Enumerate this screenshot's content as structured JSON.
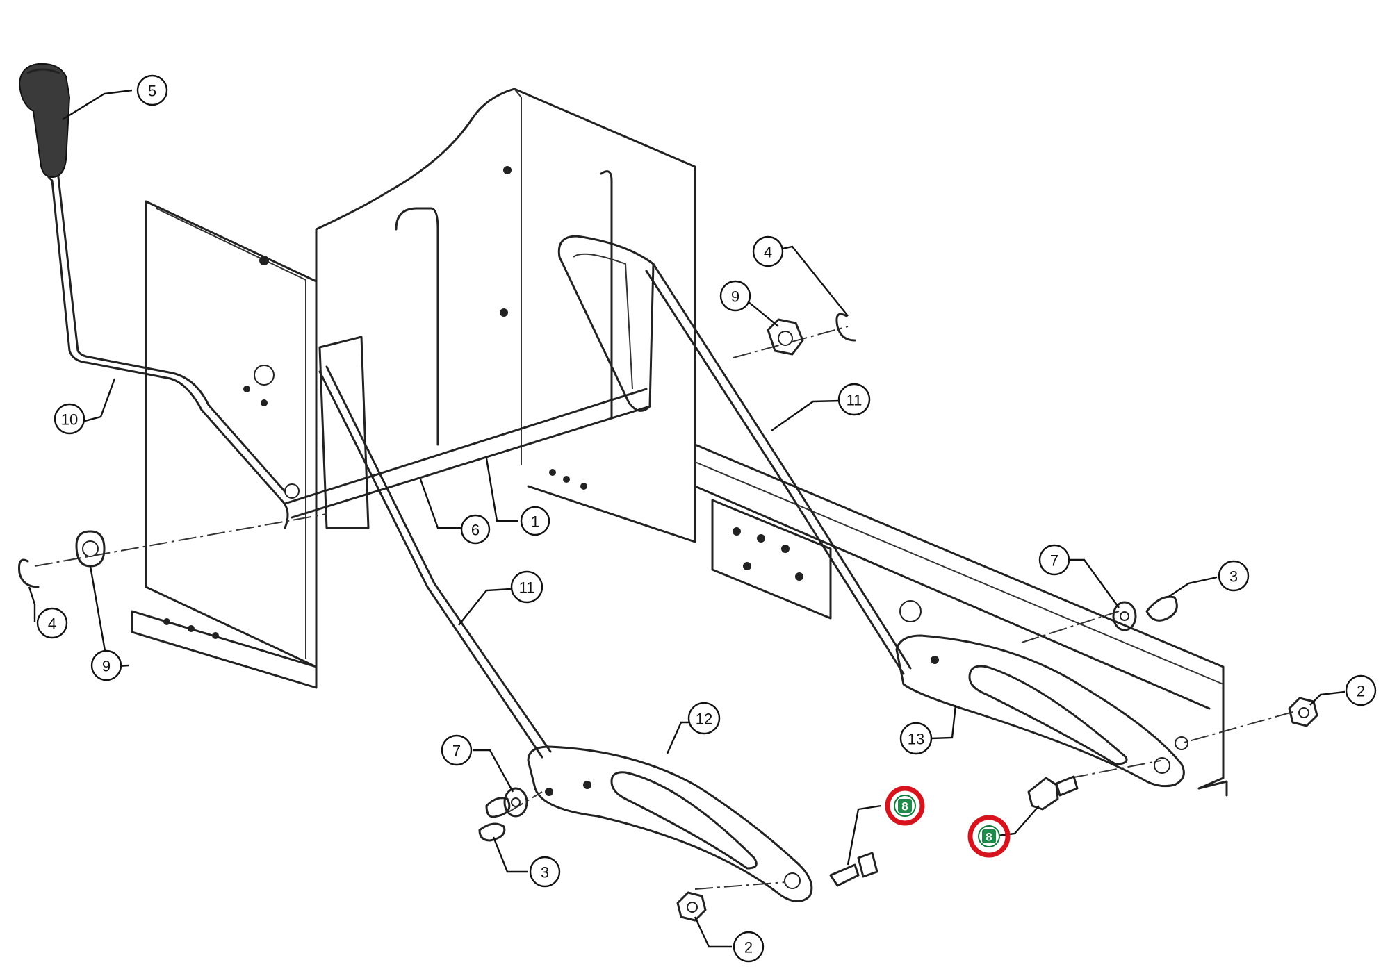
{
  "callouts": [
    {
      "id": "c1",
      "label": "1"
    },
    {
      "id": "c2a",
      "label": "2"
    },
    {
      "id": "c2b",
      "label": "2"
    },
    {
      "id": "c3a",
      "label": "3"
    },
    {
      "id": "c3b",
      "label": "3"
    },
    {
      "id": "c4a",
      "label": "4"
    },
    {
      "id": "c4b",
      "label": "4"
    },
    {
      "id": "c5",
      "label": "5"
    },
    {
      "id": "c6",
      "label": "6"
    },
    {
      "id": "c7a",
      "label": "7"
    },
    {
      "id": "c7b",
      "label": "7"
    },
    {
      "id": "c8a",
      "label": "8"
    },
    {
      "id": "c8b",
      "label": "8"
    },
    {
      "id": "c9a",
      "label": "9"
    },
    {
      "id": "c9b",
      "label": "9"
    },
    {
      "id": "c10",
      "label": "10"
    },
    {
      "id": "c11a",
      "label": "11"
    },
    {
      "id": "c11b",
      "label": "11"
    },
    {
      "id": "c12",
      "label": "12"
    },
    {
      "id": "c13",
      "label": "13"
    }
  ],
  "highlight": {
    "ring_color": "#d7141e",
    "badge_color": "#1f8a4c",
    "highlighted_part": "8"
  },
  "colors": {
    "line": "#222222",
    "background": "#ffffff"
  }
}
